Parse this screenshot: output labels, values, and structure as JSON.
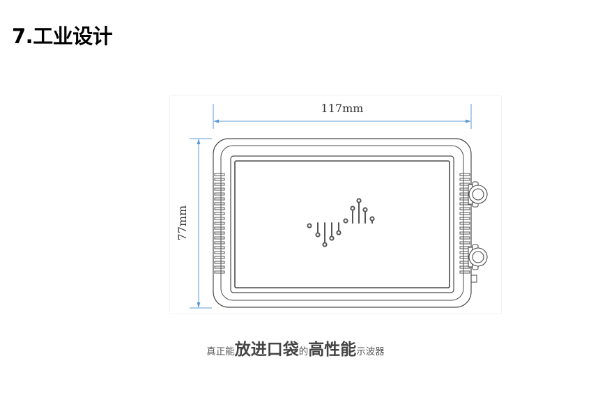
{
  "page": {
    "section_title": "7.工业设计"
  },
  "figure": {
    "width_label": "117mm",
    "height_label": "77mm",
    "dimension_line_color": "#5b9bd5",
    "outline_color": "#4a4a4a",
    "logo_icon": "circuit-waveform-icon"
  },
  "caption": {
    "part1": "真正能",
    "part2": "放进口袋",
    "part3": "的",
    "part4": "高性能",
    "part5": "示波器"
  }
}
